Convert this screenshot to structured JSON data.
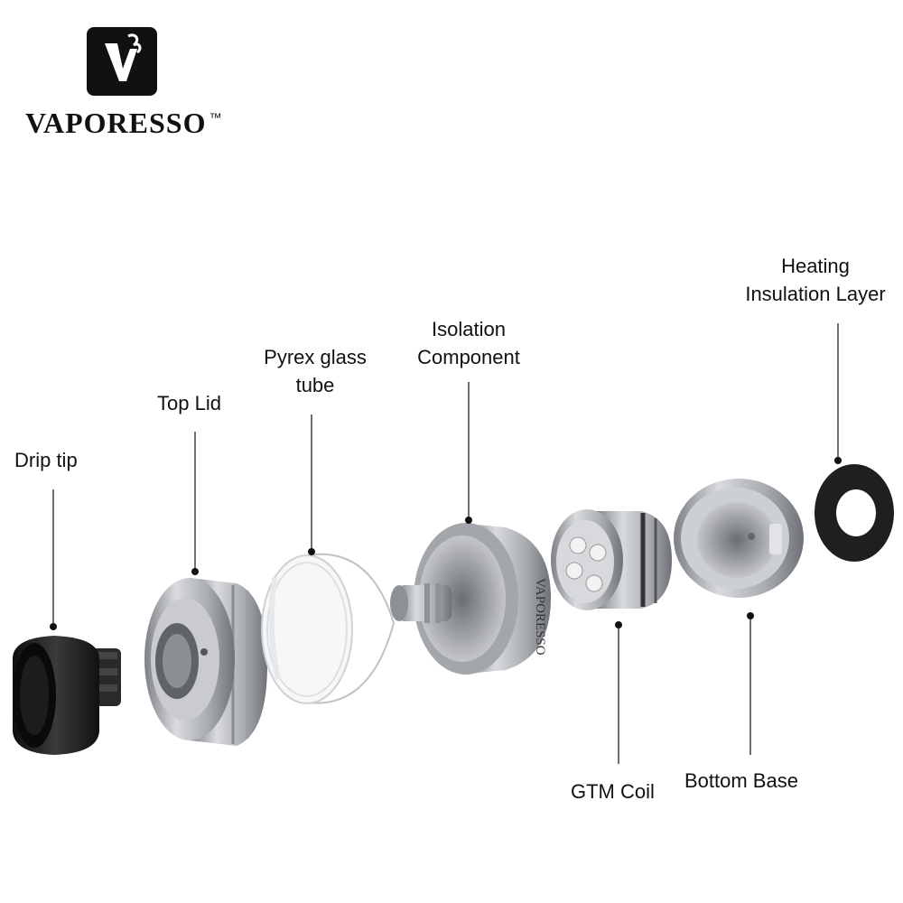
{
  "brand": {
    "name": "VAPORESSO",
    "trademark": "™"
  },
  "labels": {
    "drip_tip": "Drip tip",
    "top_lid": "Top Lid",
    "pyrex_line1": "Pyrex glass",
    "pyrex_line2": "tube",
    "isolation_line1": "Isolation",
    "isolation_line2": "Component",
    "heating_line1": "Heating",
    "heating_line2": "Insulation Layer",
    "gtm_coil": "GTM Coil",
    "bottom_base": "Bottom Base"
  },
  "part_engraving": "VAPORESSO",
  "colors": {
    "logo": "#111111",
    "metal": "#b9bcc0",
    "black_part": "#1a1a1a"
  }
}
